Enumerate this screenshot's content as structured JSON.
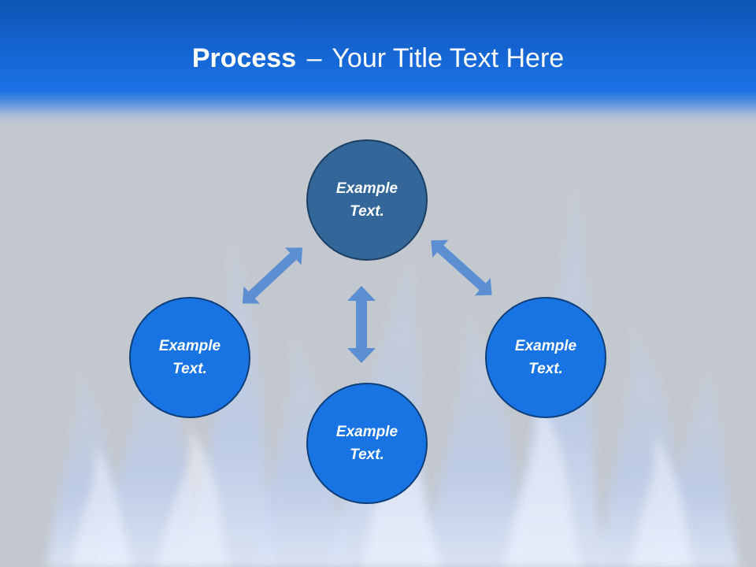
{
  "slide": {
    "title_bold": "Process",
    "title_separator": "–",
    "title_rest": "Your Title Text Here"
  },
  "nodes": {
    "top": {
      "line1": "Example",
      "line2": "Text."
    },
    "left": {
      "line1": "Example",
      "line2": "Text."
    },
    "right": {
      "line1": "Example",
      "line2": "Text."
    },
    "bottom": {
      "line1": "Example",
      "line2": "Text."
    }
  },
  "colors": {
    "header_blue": "#1565d2",
    "node_dark": "#336699",
    "node_bright": "#1874e2",
    "arrow": "#5b8fd1",
    "background": "#c3c8cf"
  }
}
